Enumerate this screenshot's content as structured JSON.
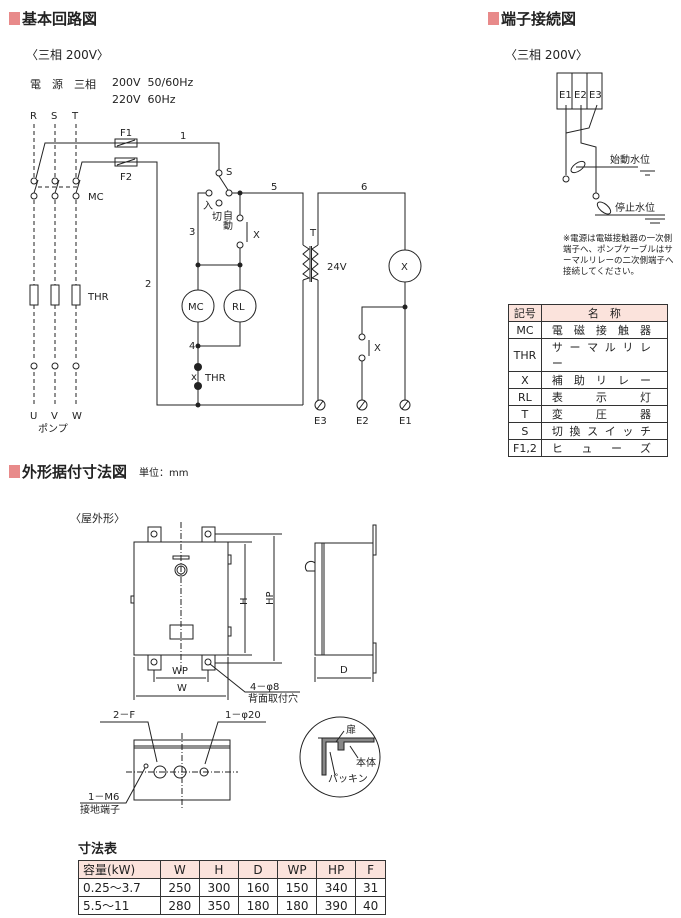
{
  "sections": {
    "circuit_title": "基本回路図",
    "terminal_title": "端子接続図",
    "dimension_title": "外形据付寸法図",
    "dimension_unit": "単位：mm"
  },
  "circuit": {
    "subtitle": "〈三相 200V〉",
    "power_label": "電　源　三相",
    "power_line1": "200V  50/60Hz",
    "power_line2": "220V  60Hz",
    "phases": [
      "R",
      "S",
      "T"
    ],
    "outputs": [
      "U",
      "V",
      "W"
    ],
    "pump_label": "ポンプ",
    "labels": {
      "f1": "F1",
      "f2": "F2",
      "mc": "MC",
      "thr_main": "THR",
      "wire1": "1",
      "wire2": "2",
      "wire3": "3",
      "wire4": "4",
      "wire5": "5",
      "wire6": "6",
      "s": "S",
      "on": "入",
      "off": "切",
      "auto": "自動",
      "x_contact": "X",
      "mc_coil": "MC",
      "rl": "RL",
      "thr": "THR",
      "t": "T",
      "v24": "24V",
      "x_coil": "X",
      "x_contact2": "X",
      "e1": "E1",
      "e2": "E2",
      "e3": "E3"
    }
  },
  "terminal": {
    "subtitle": "〈三相 200V〉",
    "terminals": [
      "E1",
      "E2",
      "E3"
    ],
    "start_level": "始動水位",
    "stop_level": "停止水位",
    "note": "※電源は電磁接触器の一次側端子へ、ポンプケーブルはサーマルリレーの二次側端子へ接続してください。"
  },
  "legend_table": {
    "headers": [
      "記号",
      "名　称"
    ],
    "rows": [
      [
        "MC",
        "電磁接触器"
      ],
      [
        "THR",
        "サーマルリレー"
      ],
      [
        "X",
        "補助リレー"
      ],
      [
        "RL",
        "表示灯"
      ],
      [
        "T",
        "変圧器"
      ],
      [
        "S",
        "切換スイッチ"
      ],
      [
        "F1,2",
        "ヒューズ"
      ]
    ]
  },
  "outline": {
    "subtitle": "〈屋外形〉",
    "h": "H",
    "hp": "HP",
    "wp": "WP",
    "w": "W",
    "d": "D",
    "mount_holes": "4－φ8",
    "mount_holes_desc": "背面取付穴",
    "knockout_f": "2－F",
    "knockout_20": "1－φ20",
    "ground": "1－M6",
    "ground_desc": "接地端子",
    "door": "扉",
    "body": "本体",
    "packing": "パッキン"
  },
  "dimension_table": {
    "title": "寸法表",
    "headers": [
      "容量(kW)",
      "W",
      "H",
      "D",
      "WP",
      "HP",
      "F"
    ],
    "rows": [
      [
        "0.25～3.7",
        "250",
        "300",
        "160",
        "150",
        "340",
        "31"
      ],
      [
        "5.5～11",
        "280",
        "350",
        "180",
        "180",
        "390",
        "40"
      ]
    ]
  }
}
